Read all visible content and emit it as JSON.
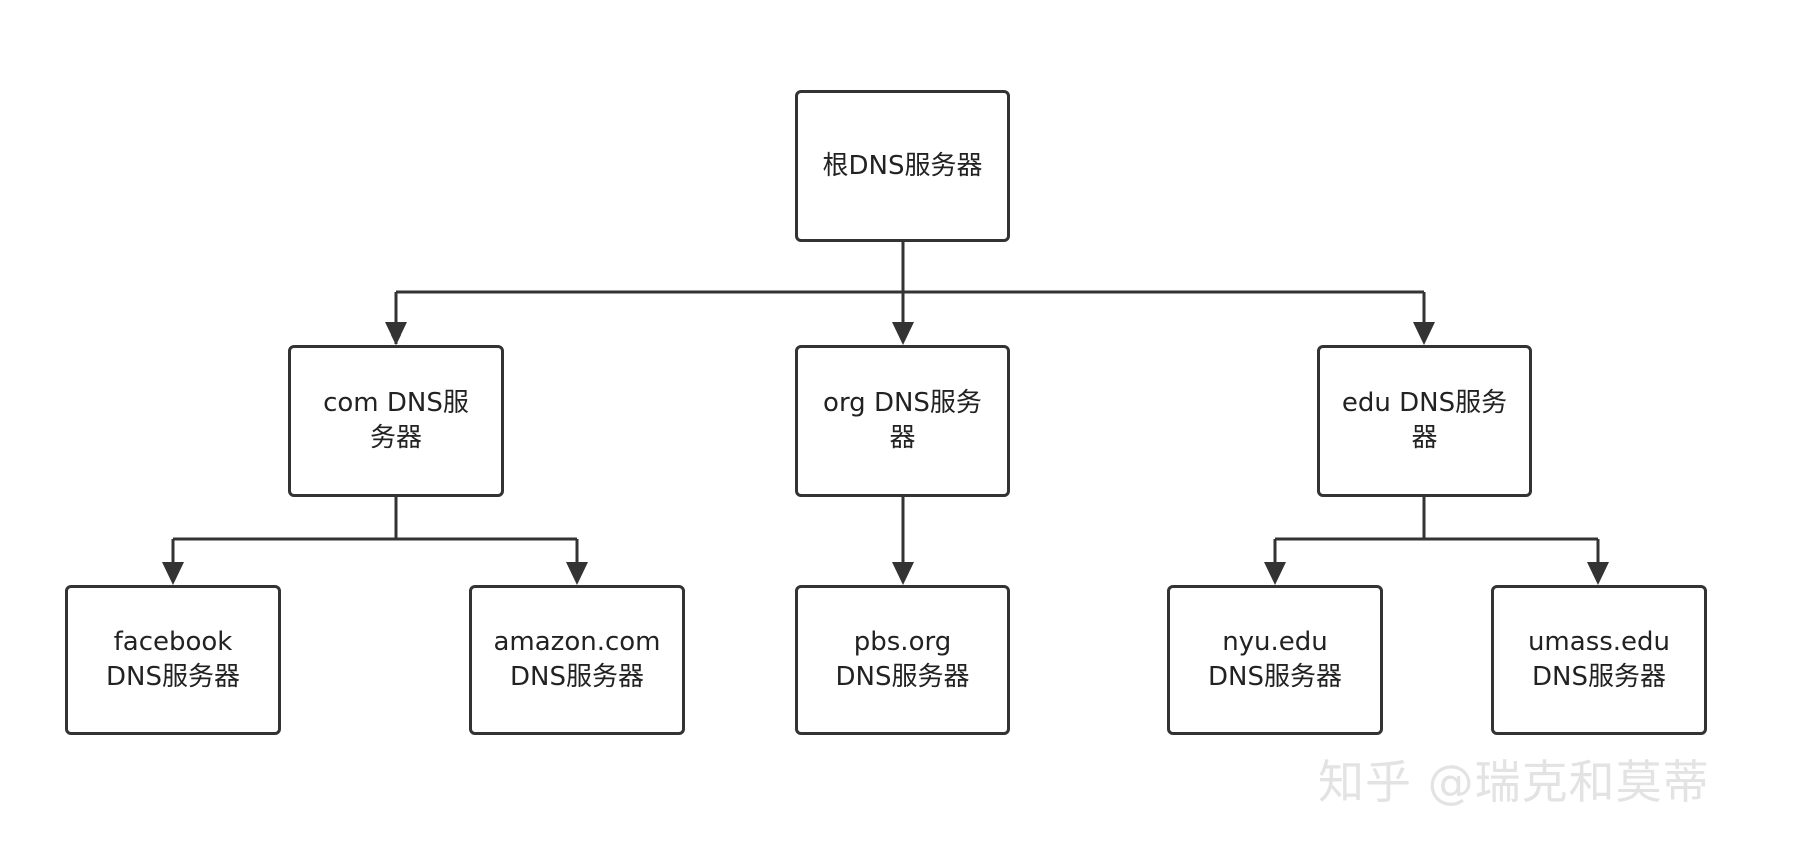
{
  "diagram": {
    "root": {
      "label": "根DNS服务器"
    },
    "tld": [
      {
        "label": "com DNS服务器"
      },
      {
        "label": "org DNS服务器"
      },
      {
        "label": "edu DNS服务器"
      }
    ],
    "authoritative": [
      {
        "label_line1": "facebook",
        "label_line2": "DNS服务器"
      },
      {
        "label_line1": "amazon.com",
        "label_line2": "DNS服务器"
      },
      {
        "label_line1": "pbs.org",
        "label_line2": "DNS服务器"
      },
      {
        "label_line1": "nyu.edu",
        "label_line2": "DNS服务器"
      },
      {
        "label_line1": "umass.edu",
        "label_line2": "DNS服务器"
      }
    ],
    "colors": {
      "line": "#333333",
      "box_border": "#333333",
      "text": "#222222",
      "background": "#ffffff"
    }
  },
  "watermark": {
    "text": "知乎 @瑞克和莫蒂"
  }
}
